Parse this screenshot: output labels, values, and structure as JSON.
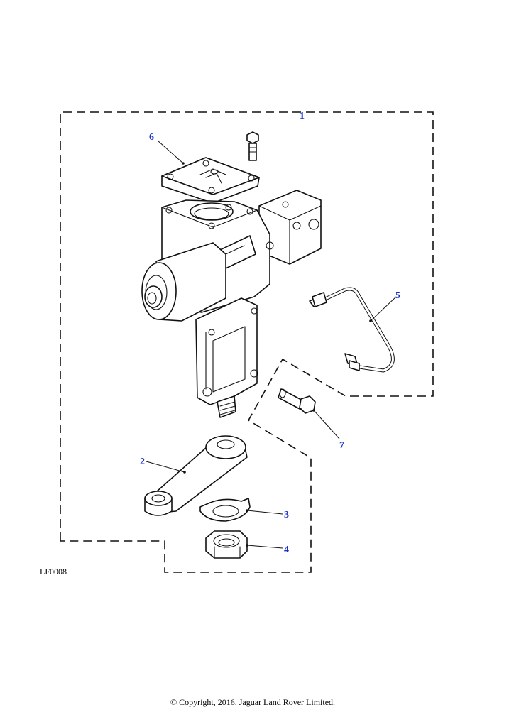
{
  "diagram": {
    "reference_code": "LF0008",
    "copyright": "© Copyright, 2016. Jaguar Land Rover Limited.",
    "callout_color": "#1a2fc9",
    "line_color": "#111111",
    "callouts": [
      {
        "id": "1",
        "label": "1",
        "part": "steering-box-kit"
      },
      {
        "id": "2",
        "label": "2",
        "part": "drop-arm"
      },
      {
        "id": "3",
        "label": "3",
        "part": "tab-washer"
      },
      {
        "id": "4",
        "label": "4",
        "part": "nut"
      },
      {
        "id": "5",
        "label": "5",
        "part": "pipe"
      },
      {
        "id": "6",
        "label": "6",
        "part": "gasket-plate"
      },
      {
        "id": "7",
        "label": "7",
        "part": "bolt"
      }
    ]
  }
}
